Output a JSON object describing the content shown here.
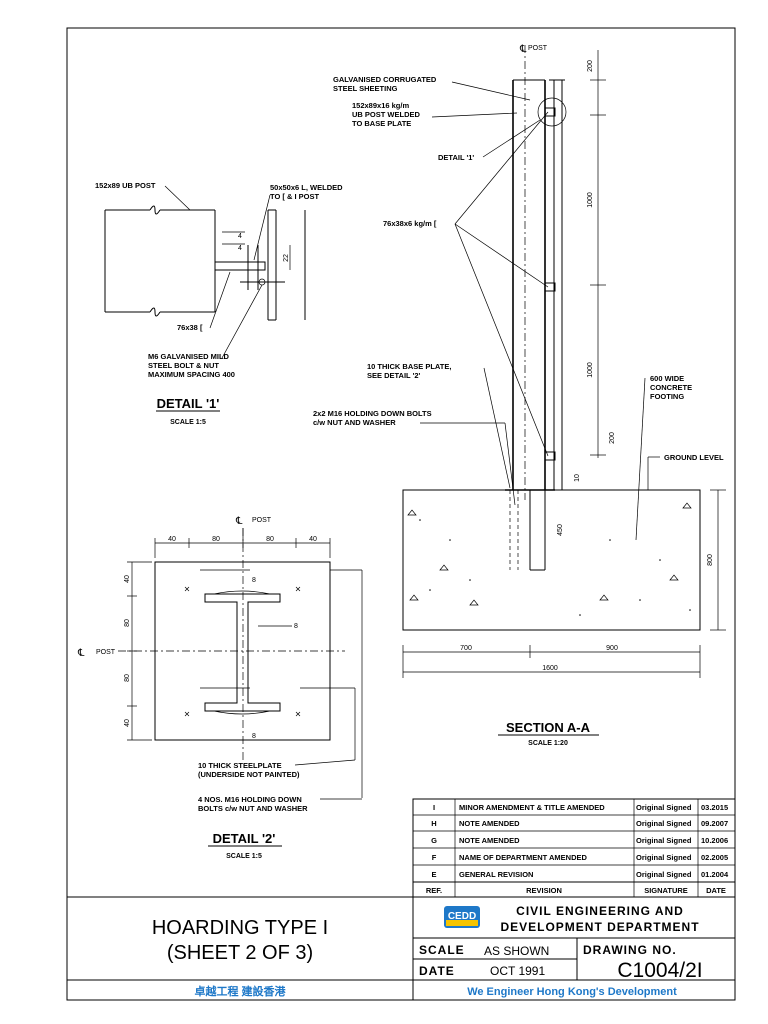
{
  "section_aa": {
    "label_post": "POST",
    "dim_top": "200",
    "sheeting": [
      "GALVANISED CORRUGATED",
      "STEEL SHEETING"
    ],
    "ub_post": [
      "152x89x16 kg/m",
      "UB POST WELDED",
      "TO BASE PLATE"
    ],
    "detail1_ref": "DETAIL '1'",
    "channel": "76x38x6 kg/m [",
    "dim_1000a": "1000",
    "dim_1000b": "1000",
    "dim_200b": "200",
    "dim_10": "10",
    "base_plate": [
      "10 THICK BASE PLATE,",
      "SEE DETAIL '2'"
    ],
    "holding": [
      "2x2 M16 HOLDING DOWN BOLTS",
      "c/w NUT AND WASHER"
    ],
    "footing": [
      "600 WIDE",
      "CONCRETE",
      "FOOTING"
    ],
    "ground": "GROUND LEVEL",
    "dim_450": "450",
    "dim_800": "800",
    "dim_700": "700",
    "dim_900": "900",
    "dim_1600": "1600",
    "title": "SECTION  A-A",
    "scale": "SCALE 1:20"
  },
  "detail1": {
    "ub_post": "152x89 UB POST",
    "angle": [
      "50x50x6 L, WELDED",
      "TO [ & I POST"
    ],
    "channel": "76x38 [",
    "dim_22": "22",
    "weld": "4",
    "bolt": [
      "M6 GALVANISED MILD",
      "STEEL BOLT & NUT",
      "MAXIMUM SPACING 400"
    ],
    "title": "DETAIL '1'",
    "scale": "SCALE 1:5"
  },
  "detail2": {
    "post_top": "POST",
    "post_left": "POST",
    "dims_top": [
      "40",
      "80",
      "80",
      "40"
    ],
    "dims_left": [
      "40",
      "80",
      "80",
      "40"
    ],
    "weld": "8",
    "plate": [
      "10 THICK STEELPLATE",
      "(UNDERSIDE NOT PAINTED)"
    ],
    "bolts": [
      "4 NOS. M16 HOLDING DOWN",
      "BOLTS c/w NUT AND WASHER"
    ],
    "title": "DETAIL '2'",
    "scale": "SCALE 1:5"
  },
  "revisions": {
    "rows": [
      {
        "ref": "I",
        "rev": "MINOR AMENDMENT & TITLE AMENDED",
        "sig": "Original Signed",
        "date": "03.2015"
      },
      {
        "ref": "H",
        "rev": "NOTE AMENDED",
        "sig": "Original Signed",
        "date": "09.2007"
      },
      {
        "ref": "G",
        "rev": "NOTE AMENDED",
        "sig": "Original Signed",
        "date": "10.2006"
      },
      {
        "ref": "F",
        "rev": "NAME OF DEPARTMENT AMENDED",
        "sig": "Original Signed",
        "date": "02.2005"
      },
      {
        "ref": "E",
        "rev": "GENERAL REVISION",
        "sig": "Original Signed",
        "date": "01.2004"
      }
    ],
    "header": {
      "ref": "REF.",
      "rev": "REVISION",
      "sig": "SIGNATURE",
      "date": "DATE"
    }
  },
  "title_block": {
    "title_line1": "HOARDING  TYPE  I",
    "title_line2": "(SHEET 2 OF 3)",
    "dept_line1": "CIVIL ENGINEERING AND",
    "dept_line2": "DEVELOPMENT DEPARTMENT",
    "logo_text": "CEDD",
    "scale_label": "SCALE",
    "scale_value": "AS SHOWN",
    "drawing_label": "DRAWING NO.",
    "date_label": "DATE",
    "date_value": "OCT 1991",
    "drawing_no": "C1004/2I",
    "motto_cn": "卓越工程  建設香港",
    "motto_en": "We Engineer Hong Kong's Development",
    "logo_color": "#1e78c8"
  }
}
